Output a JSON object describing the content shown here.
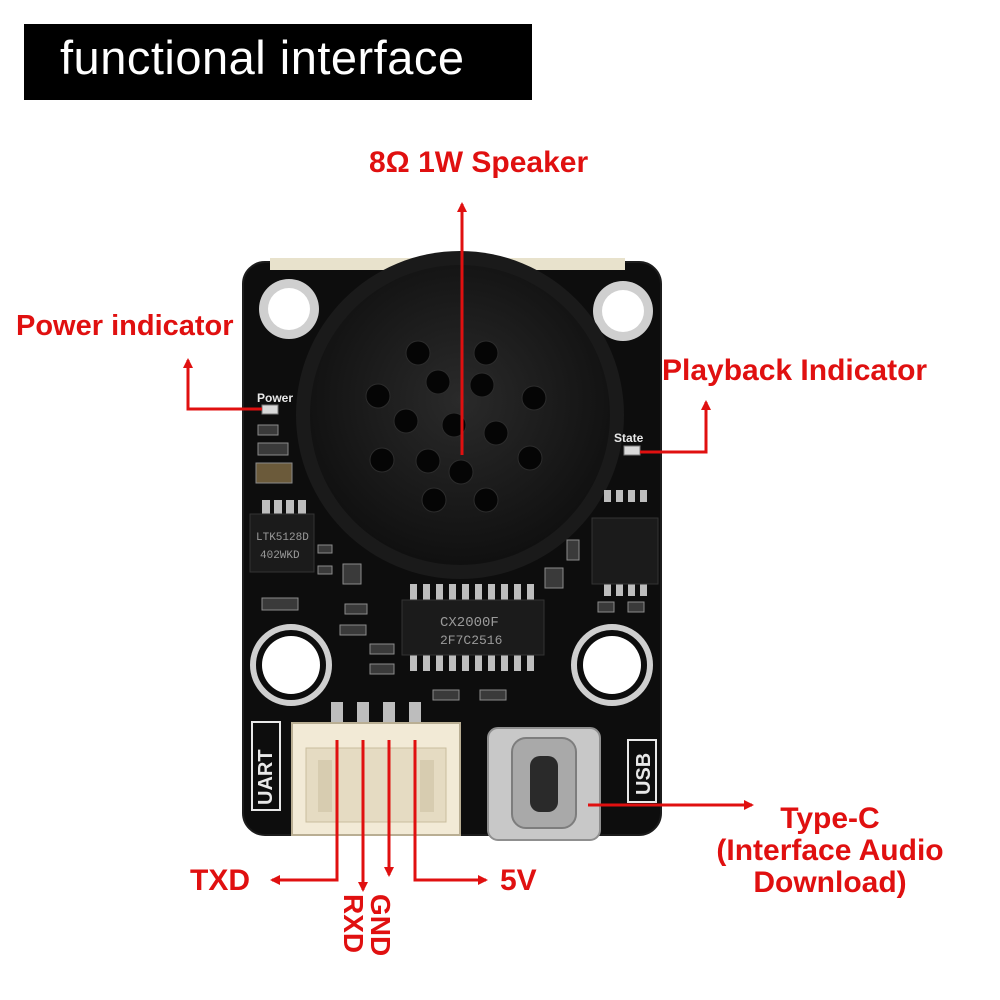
{
  "title": "functional interface",
  "callouts": {
    "speaker": "8Ω 1W Speaker",
    "power_indicator": "Power indicator",
    "playback_indicator": "Playback Indicator",
    "type_c_line1": "Type-C",
    "type_c_line2": "(Interface Audio",
    "type_c_line3": "Download)",
    "txd": "TXD",
    "rxd": "RXD",
    "gnd": "GND",
    "5v": "5V"
  },
  "board": {
    "label_power": "Power",
    "label_state": "State",
    "label_uart": "UART",
    "label_usb": "USB",
    "chip_left_line1": "LTK5128D",
    "chip_left_line2": "402WKD",
    "chip_center_line1": "CX2000F",
    "chip_center_line2": "2F7C2516"
  },
  "colors": {
    "annotation": "#e01010",
    "pcb": "#101010",
    "title_bg": "#000000"
  }
}
